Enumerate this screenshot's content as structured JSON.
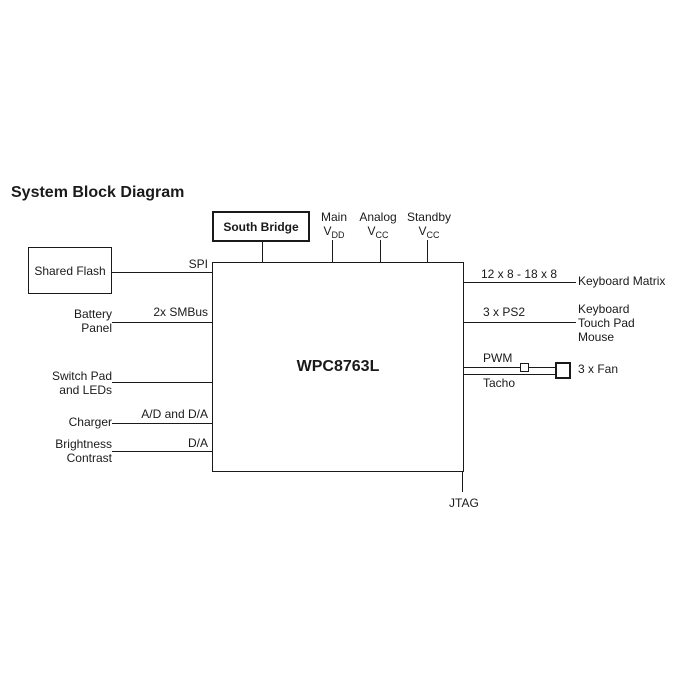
{
  "title": "System Block Diagram",
  "main_chip": "WPC8763L",
  "south_bridge": "South Bridge",
  "shared_flash": "Shared Flash",
  "top_supplies": [
    {
      "line1": "Main",
      "v": "V",
      "sub": "DD"
    },
    {
      "line1": "Analog",
      "v": "V",
      "sub": "CC"
    },
    {
      "line1": "Standby",
      "v": "V",
      "sub": "CC"
    }
  ],
  "left": {
    "spi": "SPI",
    "battery_line1": "Battery",
    "battery_line2": "Panel",
    "smbus": "2x SMBus",
    "switch_line1": "Switch Pad",
    "switch_line2": "and LEDs",
    "charger": "Charger",
    "ad_da": "A/D and D/A",
    "brightness_line1": "Brightness",
    "brightness_line2": "Contrast",
    "da": "D/A"
  },
  "right": {
    "kb_matrix_bus": "12 x 8 - 18 x 8",
    "kb_matrix": "Keyboard Matrix",
    "ps2_bus": "3 x PS2",
    "ps2_line1": "Keyboard",
    "ps2_line2": "Touch Pad",
    "ps2_line3": "Mouse",
    "pwm": "PWM",
    "tacho": "Tacho",
    "fan": "3 x Fan"
  },
  "bottom": {
    "jtag": "JTAG"
  }
}
